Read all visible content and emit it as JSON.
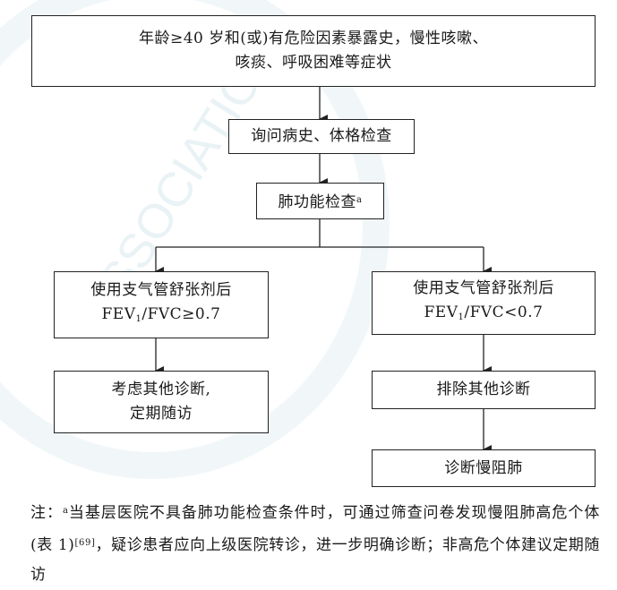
{
  "nodes": {
    "start": {
      "line1": "年龄≥40 岁和(或)有危险因素暴露史，慢性咳嗽、",
      "line2": "咳痰、呼吸困难等症状"
    },
    "history": {
      "label": "询问病史、体格检查"
    },
    "pft": {
      "label": "肺功能检查",
      "sup": "a"
    },
    "left_result": {
      "line1": "使用支气管舒张剂后",
      "pre": "FEV",
      "sub": "1",
      "post": "/FVC≥0.7"
    },
    "right_result": {
      "line1": "使用支气管舒张剂后",
      "pre": "FEV",
      "sub": "1",
      "post": "/FVC<0.7"
    },
    "consider": {
      "line1": "考虑其他诊断,",
      "line2": "定期随访"
    },
    "exclude": {
      "label": "排除其他诊断"
    },
    "diagnose": {
      "label": "诊断慢阻肺"
    }
  },
  "note": {
    "prefix": "注：",
    "sup": "a",
    "text1": "当基层医院不具备肺功能检查条件时，可通过筛查问卷发现慢阻肺高危个体(表 1)",
    "ref": "[69]",
    "text2": "，疑诊患者应向上级医院转诊，进一步明确诊断；非高危个体建议定期随访"
  },
  "watermark": {
    "text": "ASSOCIATION"
  },
  "colors": {
    "stroke": "#222222",
    "watermark": "#c9dfe6"
  }
}
